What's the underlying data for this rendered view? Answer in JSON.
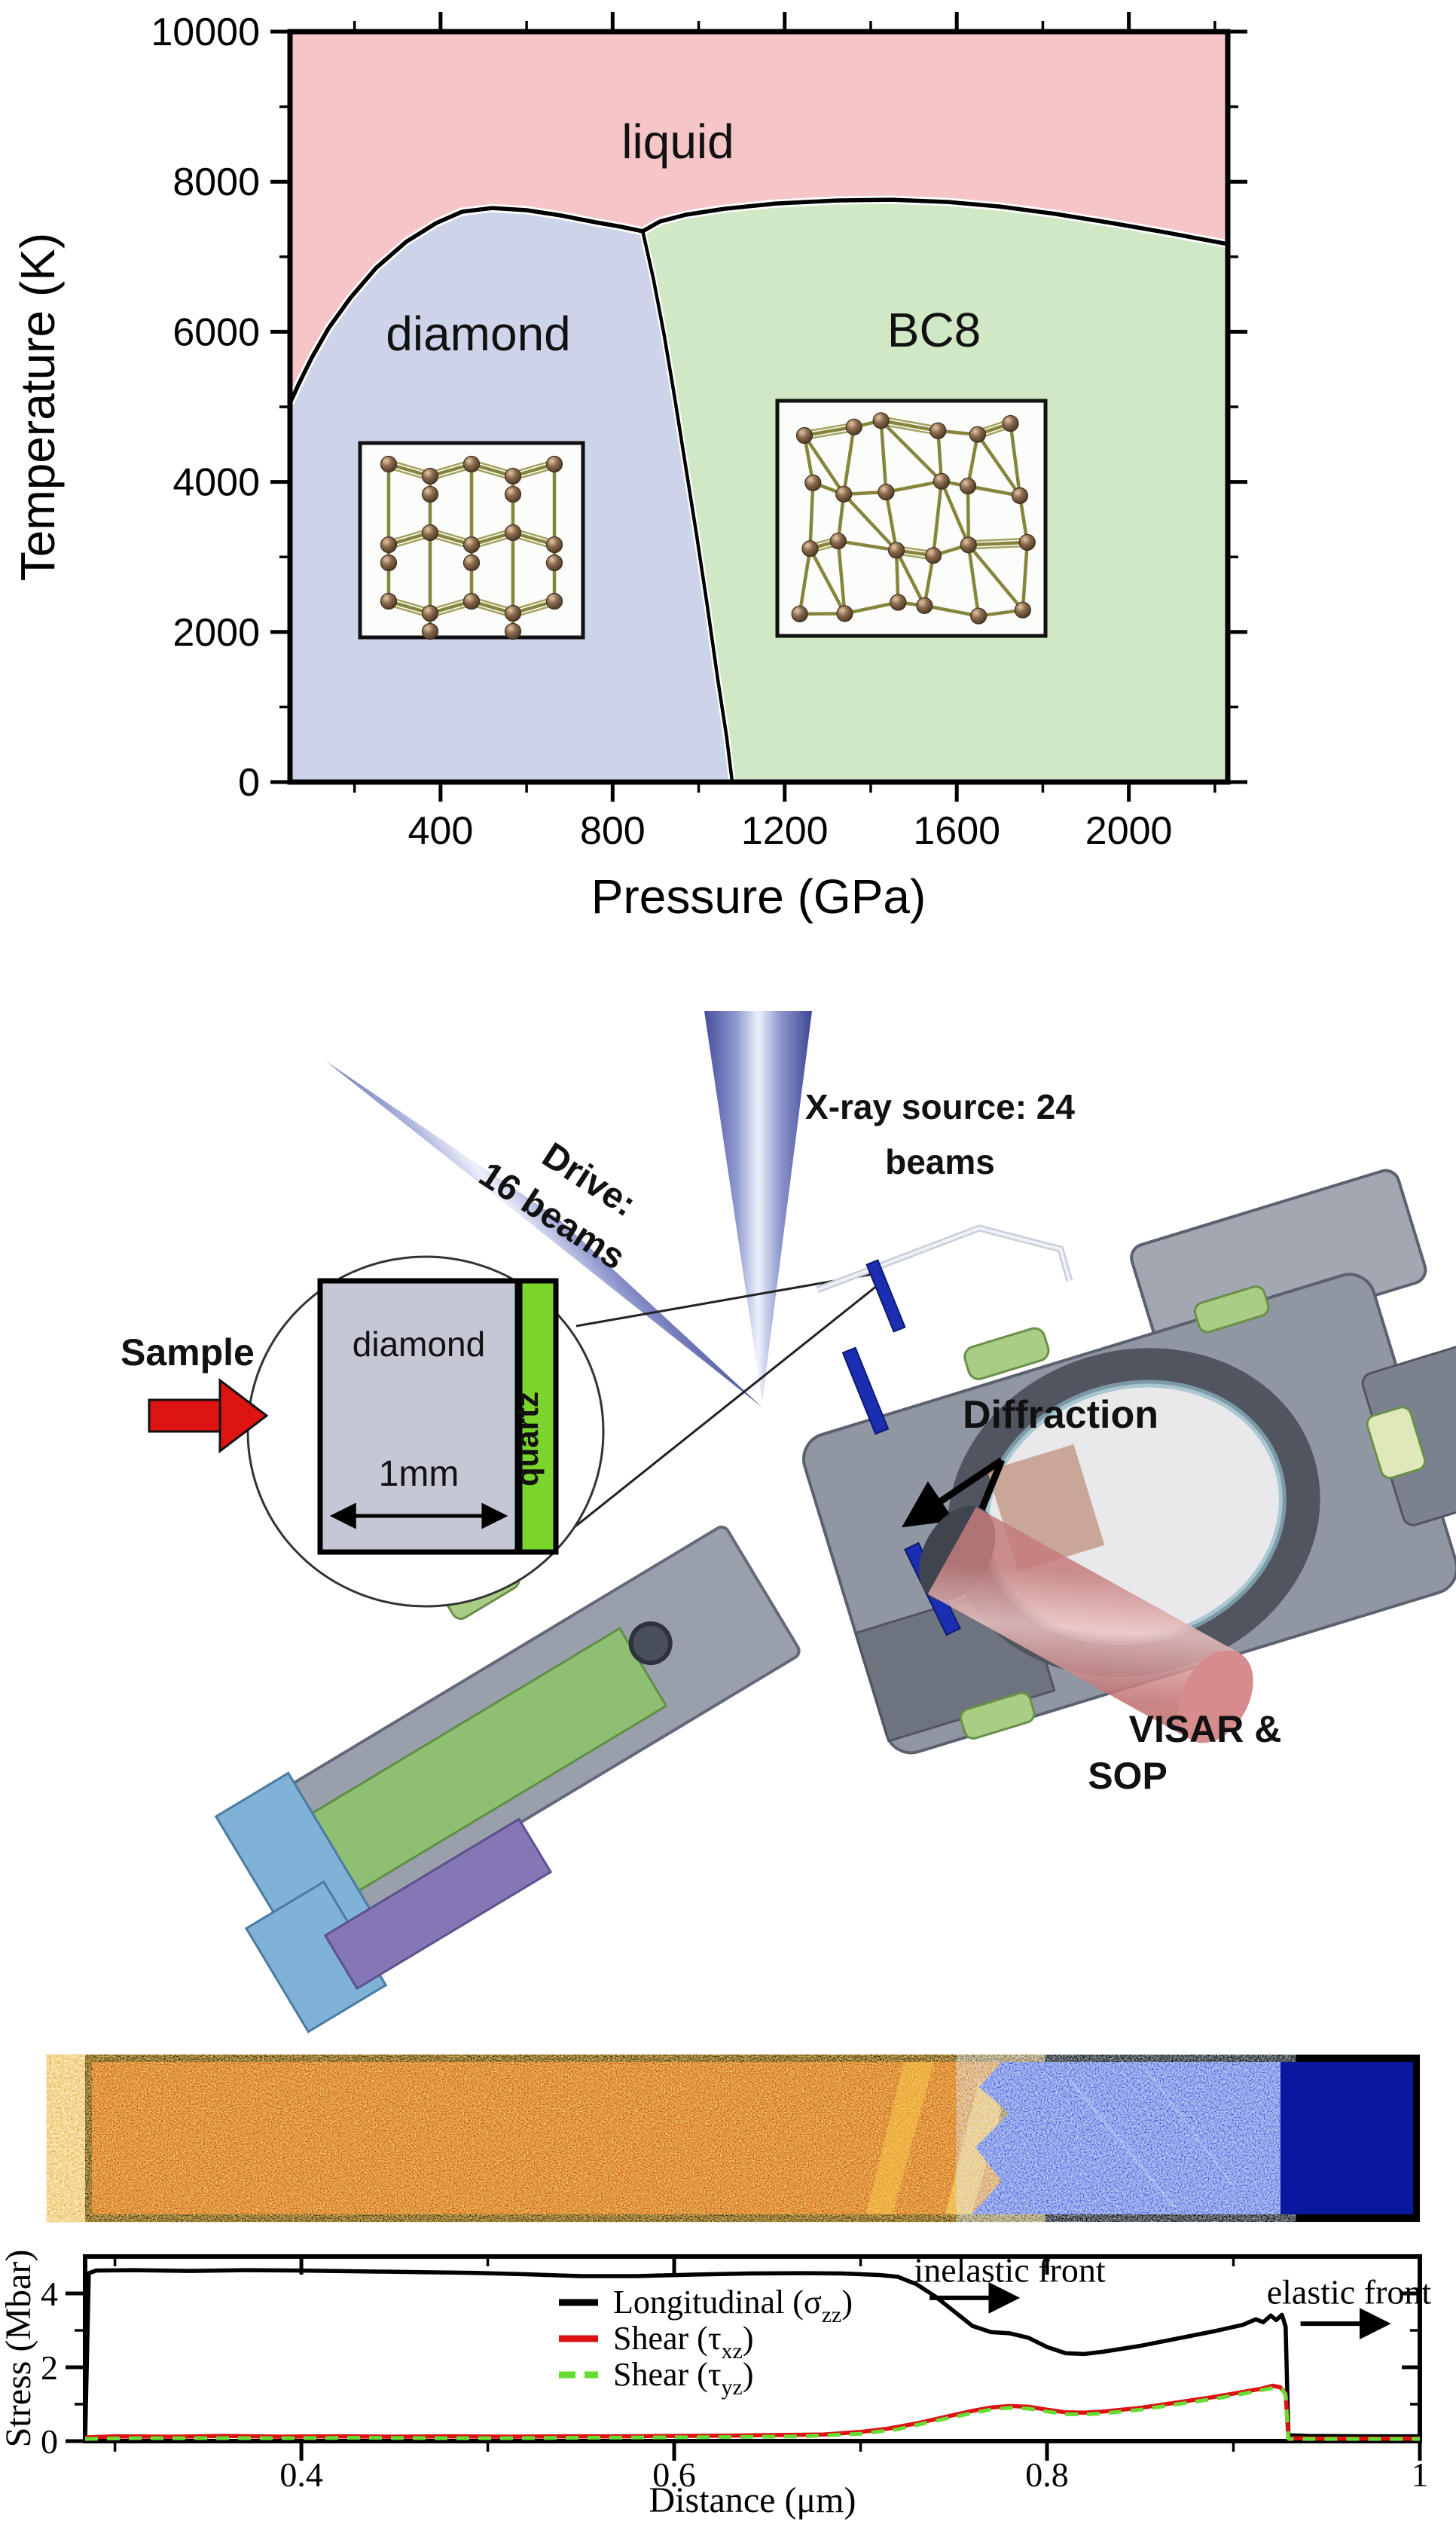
{
  "figure": {
    "background": "#ffffff"
  },
  "colors": {
    "liquid": "#f5c5c7",
    "diamond": "#cdd4ea",
    "bc8": "#d0e8c3",
    "boundary": "#000000",
    "halo": "#ffffff",
    "bond": "#85853c",
    "atom": "#8b6b4f",
    "beam_dark": "#4a519f",
    "beam_light": "#e6eafc",
    "quartz_green": "#7cd52c",
    "sample_gray": "#c5c7d5",
    "arrow_red": "#dd1412",
    "visar_red": "#d18484",
    "chamber_gray": "#9096a2",
    "chamber_dark": "#5c6170",
    "board_green": "#8fbf72",
    "clip_blue": "#7fb2d8",
    "clip_purple": "#8577b5",
    "clamp_green": "#a9cd84",
    "sim_navy": "#0a18a0",
    "sim_orange": "#b43104",
    "sim_blue": "#2038d0",
    "sigma_black": "#000000",
    "tau_xz_red": "#dd1111",
    "tau_yz_green": "#66dd33"
  },
  "phase_diagram": {
    "xlabel": "Pressure (GPa)",
    "ylabel": "Temperature (K)",
    "region_labels": {
      "liquid": "liquid",
      "diamond": "diamond",
      "bc8": "BC8"
    }
  },
  "apparatus": {
    "xray_label_line1": "X-ray source:  24",
    "xray_label_line2": "beams",
    "drive_label_line1": "Drive:",
    "drive_label_line2": "16 beams",
    "sample_label": "Sample",
    "inset": {
      "material": "diamond",
      "dimension": "1mm",
      "ablator": "quartz"
    },
    "diffraction_label": "Diffraction",
    "visar_label_line1": "VISAR &",
    "visar_label_line2": "SOP"
  },
  "stress_plot": {
    "ylabel": "Stress (Mbar)",
    "xlabel": "Distance (μm)"
  },
  "chart_data": [
    {
      "type": "area",
      "title": "Carbon phase diagram",
      "xlabel": "Pressure (GPa)",
      "ylabel": "Temperature (K)",
      "xlim": [
        50,
        2230
      ],
      "ylim": [
        0,
        10000
      ],
      "xticks": [
        400,
        800,
        1200,
        1600,
        2000
      ],
      "xtick_minor_step": 200,
      "yticks": [
        0,
        2000,
        4000,
        6000,
        8000,
        10000
      ],
      "ytick_minor_step": 1000,
      "grid": false,
      "regions": [
        "liquid",
        "diamond",
        "BC8"
      ],
      "triple_point": [
        870,
        7340
      ],
      "boundaries": {
        "melt_diamond": [
          [
            50,
            5050
          ],
          [
            70,
            5300
          ],
          [
            100,
            5650
          ],
          [
            140,
            6050
          ],
          [
            190,
            6450
          ],
          [
            250,
            6850
          ],
          [
            320,
            7200
          ],
          [
            390,
            7450
          ],
          [
            450,
            7600
          ],
          [
            520,
            7650
          ],
          [
            600,
            7620
          ],
          [
            680,
            7550
          ],
          [
            760,
            7460
          ],
          [
            820,
            7400
          ],
          [
            870,
            7340
          ]
        ],
        "melt_bc8": [
          [
            870,
            7340
          ],
          [
            910,
            7470
          ],
          [
            970,
            7560
          ],
          [
            1060,
            7640
          ],
          [
            1180,
            7710
          ],
          [
            1320,
            7750
          ],
          [
            1450,
            7760
          ],
          [
            1580,
            7730
          ],
          [
            1700,
            7670
          ],
          [
            1830,
            7570
          ],
          [
            1960,
            7450
          ],
          [
            2090,
            7320
          ],
          [
            2230,
            7170
          ]
        ],
        "diamond_bc8": [
          [
            870,
            7340
          ],
          [
            895,
            6700
          ],
          [
            920,
            5950
          ],
          [
            945,
            5100
          ],
          [
            970,
            4200
          ],
          [
            995,
            3300
          ],
          [
            1020,
            2350
          ],
          [
            1045,
            1350
          ],
          [
            1065,
            600
          ],
          [
            1078,
            0
          ]
        ]
      }
    },
    {
      "type": "line",
      "xlabel": "Distance (μm)",
      "ylabel": "Stress (Mbar)",
      "xlim": [
        0.284,
        1.0
      ],
      "ylim": [
        0,
        5
      ],
      "xticks": [
        0.4,
        0.6,
        0.8,
        1
      ],
      "xtick_labels": [
        "0.4",
        "0.6",
        "0.8",
        "1"
      ],
      "xtick_minor_step": 0.1,
      "yticks": [
        0,
        2,
        4
      ],
      "ytick_minor_step": 1,
      "grid": false,
      "legend_position": "inside upper-center-left",
      "series": [
        {
          "name_pre": "Longitudinal (σ",
          "name_sub": "zz",
          "name_post": ")",
          "color": "#000000",
          "style": "solid",
          "points": [
            [
              0.284,
              0.0
            ],
            [
              0.286,
              4.55
            ],
            [
              0.29,
              4.62
            ],
            [
              0.31,
              4.63
            ],
            [
              0.34,
              4.61
            ],
            [
              0.37,
              4.63
            ],
            [
              0.4,
              4.62
            ],
            [
              0.43,
              4.6
            ],
            [
              0.46,
              4.58
            ],
            [
              0.49,
              4.56
            ],
            [
              0.52,
              4.52
            ],
            [
              0.55,
              4.47
            ],
            [
              0.58,
              4.47
            ],
            [
              0.61,
              4.51
            ],
            [
              0.64,
              4.54
            ],
            [
              0.67,
              4.55
            ],
            [
              0.69,
              4.54
            ],
            [
              0.71,
              4.5
            ],
            [
              0.72,
              4.45
            ],
            [
              0.73,
              4.25
            ],
            [
              0.74,
              3.92
            ],
            [
              0.75,
              3.52
            ],
            [
              0.76,
              3.12
            ],
            [
              0.77,
              2.95
            ],
            [
              0.78,
              2.92
            ],
            [
              0.79,
              2.8
            ],
            [
              0.8,
              2.55
            ],
            [
              0.81,
              2.38
            ],
            [
              0.82,
              2.36
            ],
            [
              0.83,
              2.42
            ],
            [
              0.85,
              2.58
            ],
            [
              0.87,
              2.78
            ],
            [
              0.89,
              2.98
            ],
            [
              0.905,
              3.15
            ],
            [
              0.912,
              3.3
            ],
            [
              0.916,
              3.22
            ],
            [
              0.92,
              3.4
            ],
            [
              0.923,
              3.28
            ],
            [
              0.926,
              3.42
            ],
            [
              0.928,
              3.1
            ],
            [
              0.9295,
              0.16
            ],
            [
              0.94,
              0.14
            ],
            [
              0.97,
              0.13
            ],
            [
              1.0,
              0.13
            ]
          ]
        },
        {
          "name_pre": "Shear (τ",
          "name_sub": "xz",
          "name_post": ")",
          "color": "#dd1111",
          "style": "solid",
          "points": [
            [
              0.284,
              0.1
            ],
            [
              0.3,
              0.13
            ],
            [
              0.33,
              0.12
            ],
            [
              0.36,
              0.14
            ],
            [
              0.39,
              0.12
            ],
            [
              0.42,
              0.13
            ],
            [
              0.45,
              0.12
            ],
            [
              0.48,
              0.13
            ],
            [
              0.51,
              0.12
            ],
            [
              0.54,
              0.13
            ],
            [
              0.57,
              0.13
            ],
            [
              0.6,
              0.14
            ],
            [
              0.63,
              0.15
            ],
            [
              0.66,
              0.17
            ],
            [
              0.68,
              0.18
            ],
            [
              0.7,
              0.25
            ],
            [
              0.715,
              0.34
            ],
            [
              0.73,
              0.48
            ],
            [
              0.745,
              0.65
            ],
            [
              0.76,
              0.82
            ],
            [
              0.77,
              0.91
            ],
            [
              0.78,
              0.95
            ],
            [
              0.79,
              0.93
            ],
            [
              0.8,
              0.85
            ],
            [
              0.81,
              0.78
            ],
            [
              0.82,
              0.77
            ],
            [
              0.83,
              0.8
            ],
            [
              0.85,
              0.9
            ],
            [
              0.87,
              1.05
            ],
            [
              0.89,
              1.2
            ],
            [
              0.905,
              1.33
            ],
            [
              0.915,
              1.42
            ],
            [
              0.921,
              1.5
            ],
            [
              0.925,
              1.46
            ],
            [
              0.928,
              1.3
            ],
            [
              0.9295,
              0.08
            ],
            [
              0.95,
              0.07
            ],
            [
              1.0,
              0.07
            ]
          ]
        },
        {
          "name_pre": "Shear (τ",
          "name_sub": "yz",
          "name_post": ")",
          "color": "#66dd33",
          "style": "dashed",
          "points": [
            [
              0.284,
              0.06
            ],
            [
              0.31,
              0.08
            ],
            [
              0.35,
              0.08
            ],
            [
              0.39,
              0.08
            ],
            [
              0.43,
              0.09
            ],
            [
              0.47,
              0.08
            ],
            [
              0.51,
              0.08
            ],
            [
              0.55,
              0.09
            ],
            [
              0.59,
              0.1
            ],
            [
              0.63,
              0.11
            ],
            [
              0.67,
              0.13
            ],
            [
              0.7,
              0.2
            ],
            [
              0.72,
              0.32
            ],
            [
              0.74,
              0.55
            ],
            [
              0.76,
              0.76
            ],
            [
              0.77,
              0.86
            ],
            [
              0.78,
              0.9
            ],
            [
              0.79,
              0.88
            ],
            [
              0.8,
              0.8
            ],
            [
              0.81,
              0.73
            ],
            [
              0.82,
              0.72
            ],
            [
              0.83,
              0.75
            ],
            [
              0.85,
              0.85
            ],
            [
              0.87,
              1.0
            ],
            [
              0.89,
              1.15
            ],
            [
              0.905,
              1.28
            ],
            [
              0.915,
              1.38
            ],
            [
              0.922,
              1.45
            ],
            [
              0.926,
              1.4
            ],
            [
              0.928,
              1.25
            ],
            [
              0.9295,
              0.06
            ],
            [
              0.96,
              0.06
            ],
            [
              1.0,
              0.06
            ]
          ]
        }
      ],
      "annotations": [
        {
          "text": "inelastic front",
          "x": 0.78,
          "y": 4.32,
          "arrow": {
            "x1": 0.737,
            "y1": 3.88,
            "x2": 0.783,
            "y2": 3.88
          }
        },
        {
          "text": "elastic front",
          "x": 0.962,
          "y": 3.72,
          "arrow": {
            "x1": 0.936,
            "y1": 3.18,
            "x2": 0.982,
            "y2": 3.18
          }
        }
      ]
    }
  ]
}
